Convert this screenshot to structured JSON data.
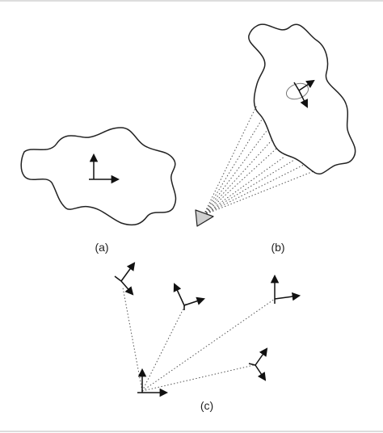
{
  "figure": {
    "panel_a_label": "(a)",
    "panel_b_label": "(b)",
    "panel_c_label": "(c)"
  },
  "colors": {
    "stroke": "#222222",
    "sensor_fill": "#cfcfcf",
    "ray": "#555555"
  },
  "icons": [
    "coordinate-frame-icon",
    "sensor-triangle-icon",
    "uncertainty-ellipse-icon"
  ]
}
